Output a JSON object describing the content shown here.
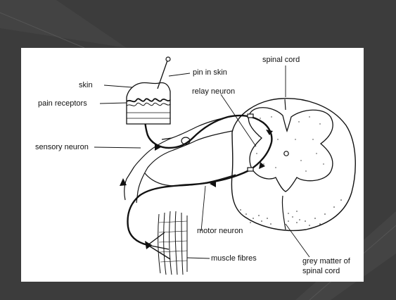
{
  "diagram": {
    "labels": {
      "spinal_cord": "spinal cord",
      "pin_in_skin": "pin in skin",
      "skin": "skin",
      "relay_neuron": "relay neuron",
      "pain_receptors": "pain receptors",
      "sensory_neuron": "sensory neuron",
      "motor_neuron": "motor neuron",
      "muscle_fibres": "muscle fibres",
      "grey_matter_line1": "grey matter of",
      "grey_matter_line2": "spinal cord"
    }
  },
  "colors": {
    "slide_background": "#3e3e3e",
    "panel": "#ffffff",
    "ink": "#111111"
  }
}
